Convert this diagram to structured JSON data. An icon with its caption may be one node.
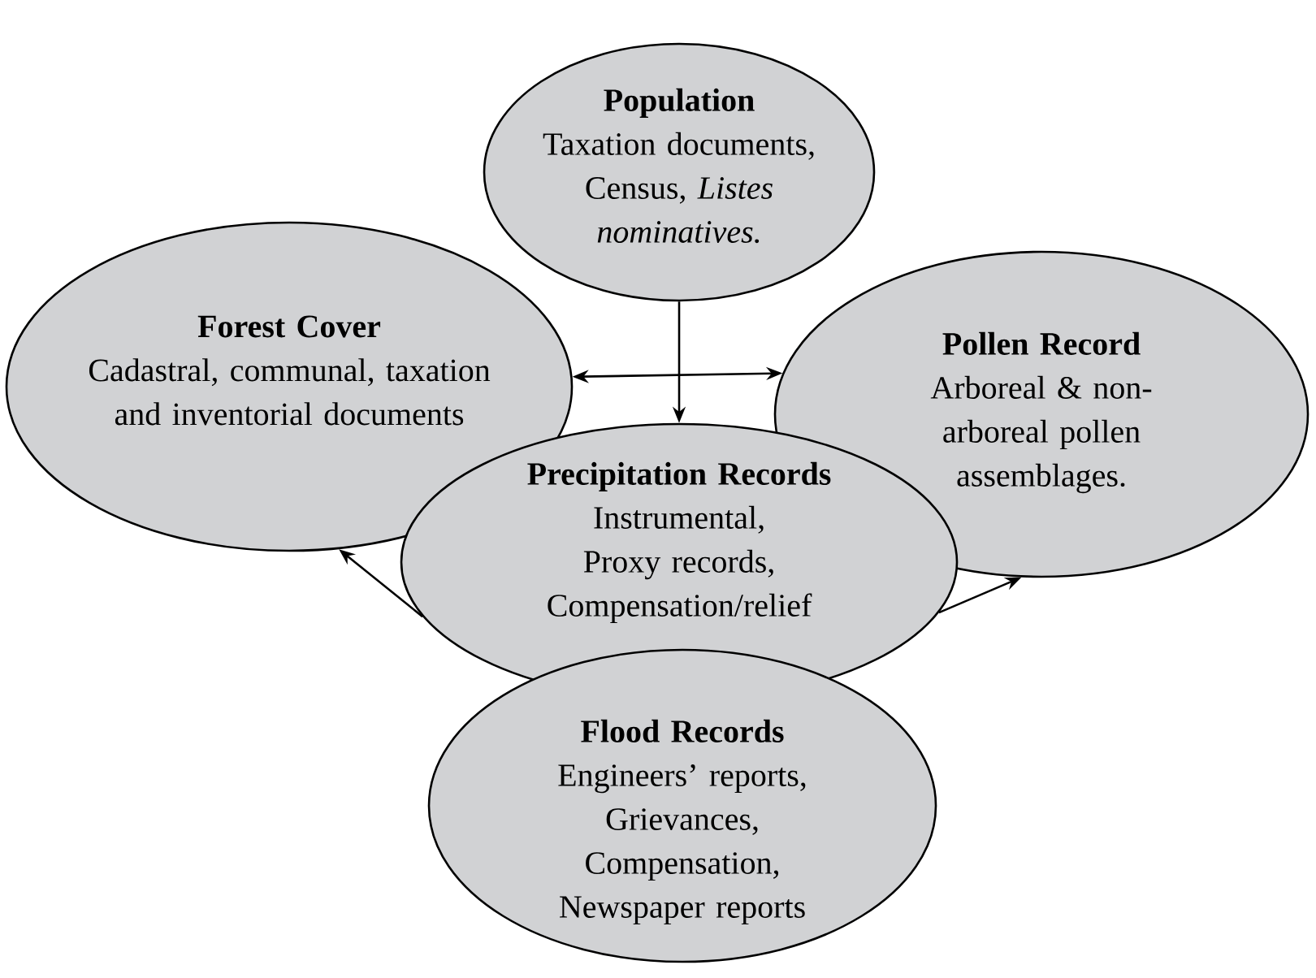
{
  "diagram": {
    "nodes": [
      {
        "text": [
          "Population",
          "Taxation documents, Census, *Listes nominatives.*"
        ]
      },
      {
        "text": [
          "Forest Cover",
          "Cadastral, communal, taxation and inventorial documents"
        ]
      },
      {
        "text": [
          "Pollen Record",
          "Arboreal & non-arboreal pollen assemblages."
        ]
      },
      {
        "text": [
          "Precipitation Records",
          "Instrumental, Proxy records, Compensation/relief"
        ]
      },
      {
        "text": [
          "Flood Records",
          "Engineers’ reports, Grievances, Compensation, Newspaper reports"
        ]
      }
    ],
    "edges": [
      {
        "from": 1,
        "to": 2,
        "arrow": "both"
      },
      {
        "from": 0,
        "to": 3,
        "arrow": "to"
      },
      {
        "from": 3,
        "to": 1,
        "arrow": "to"
      },
      {
        "from": 3,
        "to": 2,
        "arrow": "to"
      }
    ]
  }
}
